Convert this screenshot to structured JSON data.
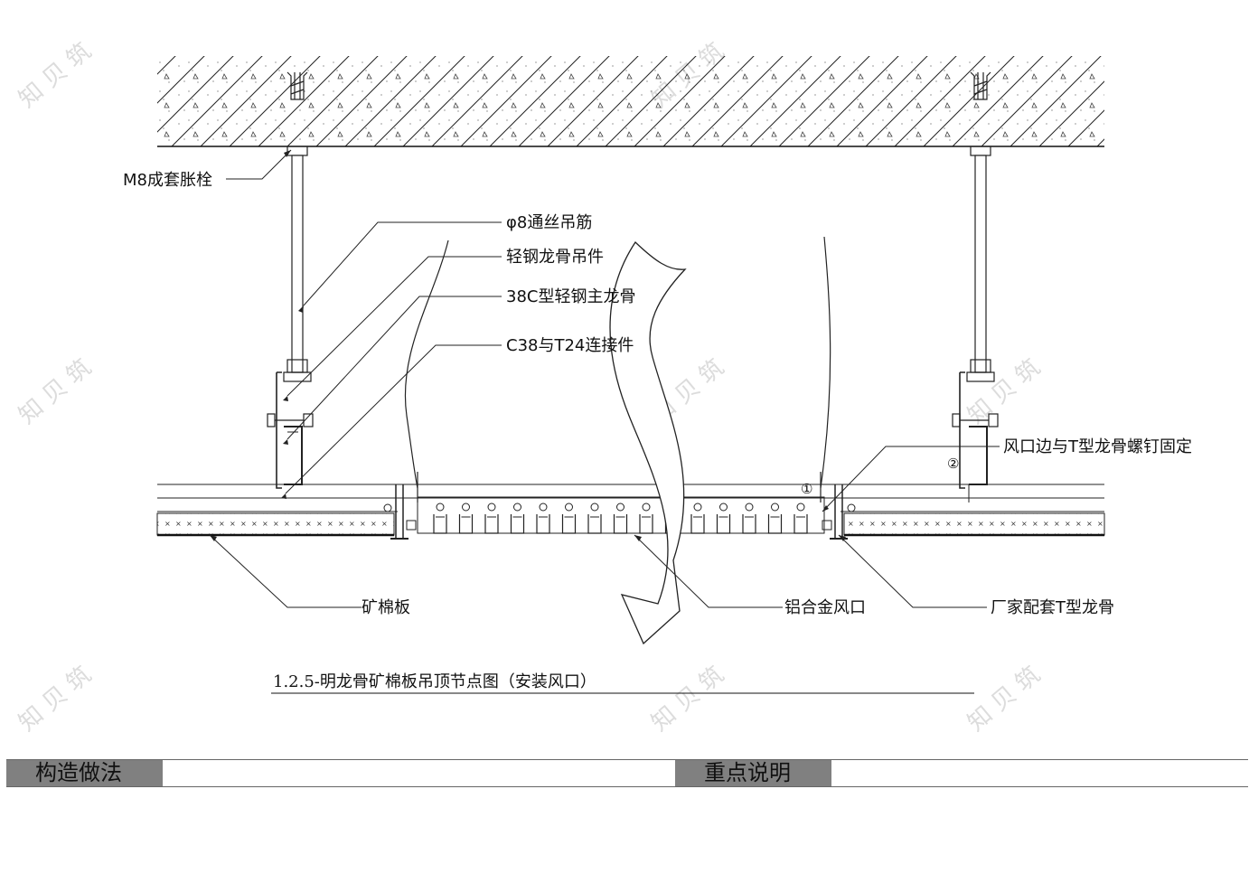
{
  "labels": {
    "anchor_bolt": "M8成套胀栓",
    "threaded_rod": "φ8通丝吊筋",
    "hanger": "轻钢龙骨吊件",
    "main_keel": "38C型轻钢主龙骨",
    "connector": "C38与T24连接件",
    "vent_screw": "风口边与T型龙骨螺钉固定",
    "mineral_board": "矿棉板",
    "alu_vent": "铝合金风口",
    "t_keel": "厂家配套T型龙骨"
  },
  "markers": {
    "one": "①",
    "two": "②"
  },
  "title": "1.2.5-明龙骨矿棉板吊顶节点图（安装风口）",
  "watermark": "知 贝 筑",
  "footer": {
    "left_tab": "构造做法",
    "right_tab": "重点说明"
  }
}
